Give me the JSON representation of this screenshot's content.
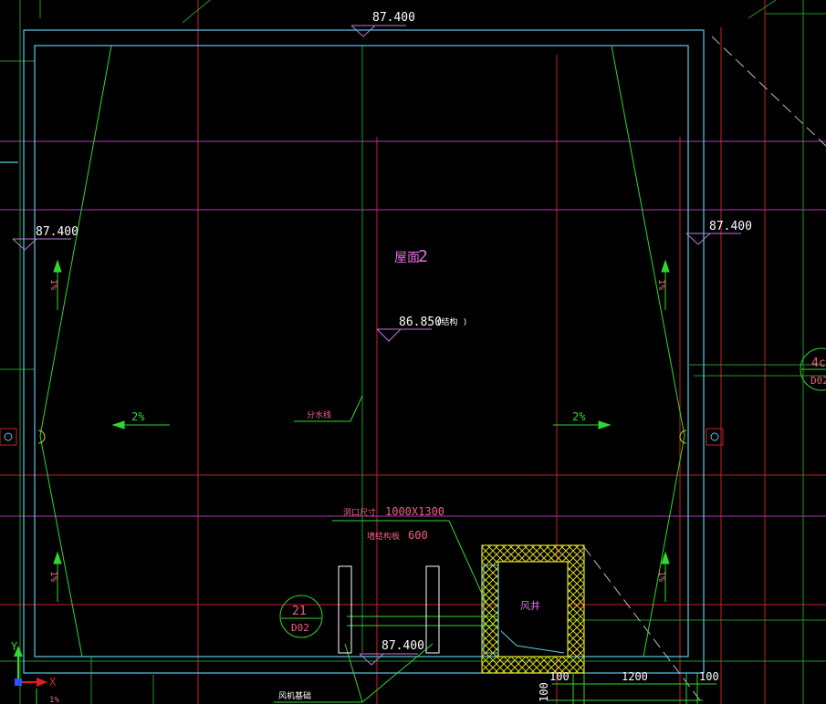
{
  "colors": {
    "background": "#000000",
    "wall_outline": "#5bc8e8",
    "slope_line": "#2fd82f",
    "grid_red": "#c8202a",
    "grid_magenta": "#b03ab0",
    "grid_green": "#1f9a2a",
    "label_text": "#ffffff",
    "slope_text": "#2fd82f",
    "room_label": "#e070e0",
    "note_text": "#f06080",
    "hatch": "#d8d820",
    "dash_line": "#bbbbbb"
  },
  "elevations": {
    "top": "87.400",
    "left": "87.400",
    "right": "87.400",
    "bottom": "87.400",
    "center": "86.850",
    "center_note": "(结构 )"
  },
  "room": {
    "name": "屋面",
    "number": "2"
  },
  "slopes": {
    "left_arrow": "2%",
    "right_arrow": "2%",
    "vertical": [
      "1%",
      "1%",
      "1%",
      "1%",
      "1%"
    ]
  },
  "annotations": {
    "ridge": "分水线",
    "opening_label": "洞口尺寸",
    "opening_size": "1000X1300",
    "slab_label": "墙结构板",
    "slab_value": "600",
    "shaft": "风井",
    "fan": "风机基础"
  },
  "dimensions": {
    "d1": "100",
    "d2": "1200",
    "d3": "100",
    "d4": "100"
  },
  "detail_marks": {
    "left_num": "21",
    "left_sheet": "D02",
    "right_num": "4c",
    "right_sheet": "D02"
  },
  "ucs": {
    "x": "X",
    "y": "Y"
  }
}
